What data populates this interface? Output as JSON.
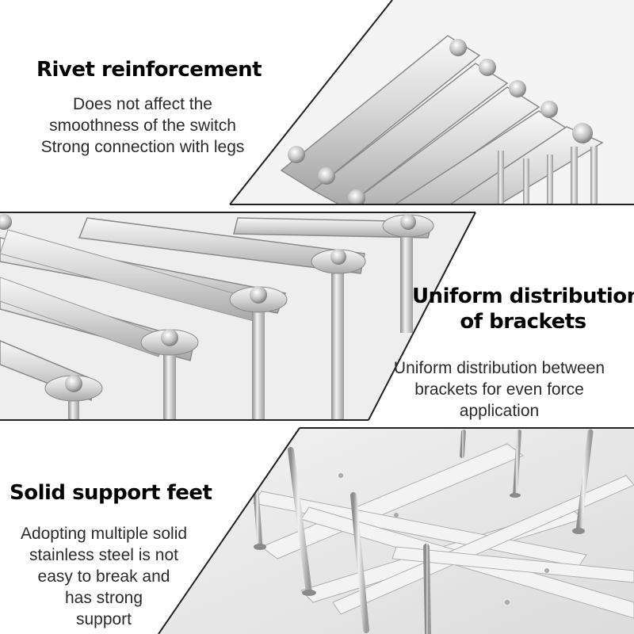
{
  "sections": [
    {
      "title_lines": [
        "Rivet reinforcement"
      ],
      "desc_lines": [
        "Does not affect the",
        "smoothness of the switch",
        "Strong connection with legs"
      ]
    },
    {
      "title_lines": [
        "Uniform distribution",
        "of brackets"
      ],
      "desc_lines": [
        "Uniform distribution between",
        "brackets for even force",
        "application"
      ]
    },
    {
      "title_lines": [
        "Solid support feet"
      ],
      "desc_lines": [
        "Adopting multiple solid",
        "stainless steel is not",
        "easy to break and",
        "has strong",
        "support"
      ]
    }
  ],
  "colors": {
    "background": "#ffffff",
    "heading": "#000000",
    "text": "#2a2a2a",
    "metal_light": "#eeeeee",
    "metal_dark": "#9a9a9a"
  }
}
